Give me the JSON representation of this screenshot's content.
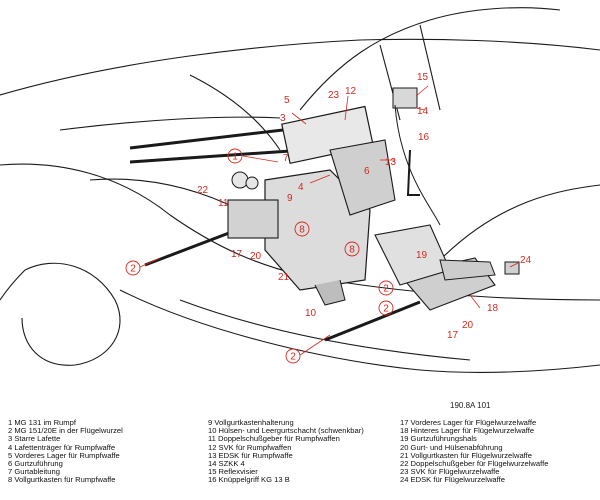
{
  "figure_ref": "190.8A 101",
  "callouts": {
    "c1": "1",
    "c2a": "2",
    "c2b": "2",
    "c2c": "2",
    "c2d": "2",
    "c3": "3",
    "c4": "4",
    "c5": "5",
    "c6": "6",
    "c7": "7",
    "c8a": "8",
    "c8b": "8",
    "c9": "9",
    "c10": "10",
    "c11": "11",
    "c12": "12",
    "c13": "13",
    "c14": "14",
    "c15": "15",
    "c16": "16",
    "c17a": "17",
    "c17b": "17",
    "c18": "18",
    "c19": "19",
    "c20a": "20",
    "c20b": "20",
    "c21": "21",
    "c22": "22",
    "c23": "23",
    "c24": "24"
  },
  "legend": {
    "col1": [
      "1 MG 131 im Rumpf",
      "2 MG 151/20E in der Flügelwurzel",
      "3 Starre Lafette",
      "4 Lafettenträger für Rumpfwaffe",
      "5 Vorderes Lager für Rumpfwaffe",
      "6 Gurtzuführung",
      "7 Gurtableitung",
      "8 Vollgurtkasten für Rumpfwaffe"
    ],
    "col2": [
      "9 Vollgurtkastenhalterung",
      "10 Hülsen- und Leergurtschacht (schwenkbar)",
      "11 Doppelschußgeber für Rumpfwaffen",
      "12 SVK für Rumpfwaffen",
      "13 EDSK für Rumpfwaffe",
      "14 SZKK 4",
      "15 Reflexvisier",
      "16 Knüppelgriff KG 13 B"
    ],
    "col3": [
      "17 Vorderes Lager für Flügelwurzelwaffe",
      "18 Hinteres Lager für Flügelwurzelwaffe",
      "19 Gurtzuführungshals",
      "20 Gurt- und Hülsenabführung",
      "21 Vollgurtkasten für Flügelwurzelwaffe",
      "22 Doppelschußgeber für Flügelwurzelwaffe",
      "23 SVK für Flügelwurzelwaffe",
      "24 EDSK für Flügelwurzelwaffe"
    ]
  }
}
